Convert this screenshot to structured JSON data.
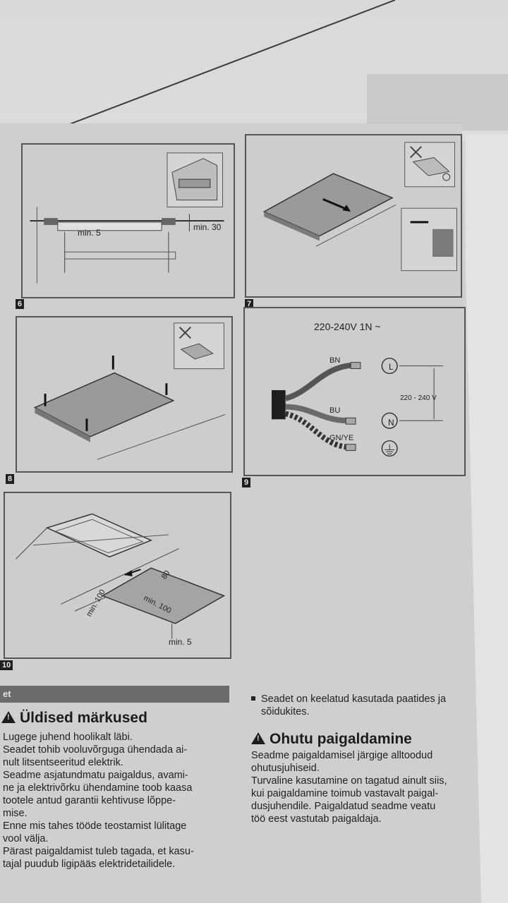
{
  "figures": {
    "fig6": {
      "number": "6",
      "label_min5": "min. 5",
      "label_min30": "min. 30"
    },
    "fig7": {
      "number": "7"
    },
    "fig8": {
      "number": "8"
    },
    "fig9": {
      "number": "9",
      "voltage_title": "220-240V 1N ~",
      "wire_bn": "BN",
      "wire_bu": "BU",
      "wire_gnye": "GN/YE",
      "term_l": "L",
      "term_n": "N",
      "voltage_range": "220 - 240 V"
    },
    "fig10": {
      "number": "10",
      "label_80": "80",
      "label_min100_a": "min. 100",
      "label_min100_b": "min. 100",
      "label_min5": "min. 5"
    }
  },
  "section_tab": "et",
  "general": {
    "heading": "Üldised märkused",
    "lines": [
      "Lugege juhend hoolikalt läbi.",
      "Seadet tohib vooluvõrguga ühendada ai-",
      "nult litsentseeritud elektrik.",
      "Seadme asjatundmatu paigaldus, avami-",
      "ne ja elektrivõrku ühendamine toob kaasa",
      "tootele antud garantii kehtivuse lõppe-",
      "mise.",
      "Enne mis tahes tööde teostamist lülitage",
      "vool välja.",
      "Pärast paigaldamist tuleb tagada, et kasu-",
      "tajal puudub ligipääs elektridetailidele."
    ]
  },
  "bullet": {
    "line1": "Seadet on keelatud kasutada paatides ja",
    "line2": "sõidukites."
  },
  "safety": {
    "heading": "Ohutu paigaldamine",
    "lines": [
      "Seadme paigaldamisel järgige alltoodud",
      "ohutusjuhiseid.",
      "Turvaline kasutamine on tagatud ainult siis,",
      "kui paigaldamine toimub vastavalt paigal-",
      "dusjuhendile. Paigaldatud seadme veatu",
      "töö eest vastutab paigaldaja."
    ]
  }
}
